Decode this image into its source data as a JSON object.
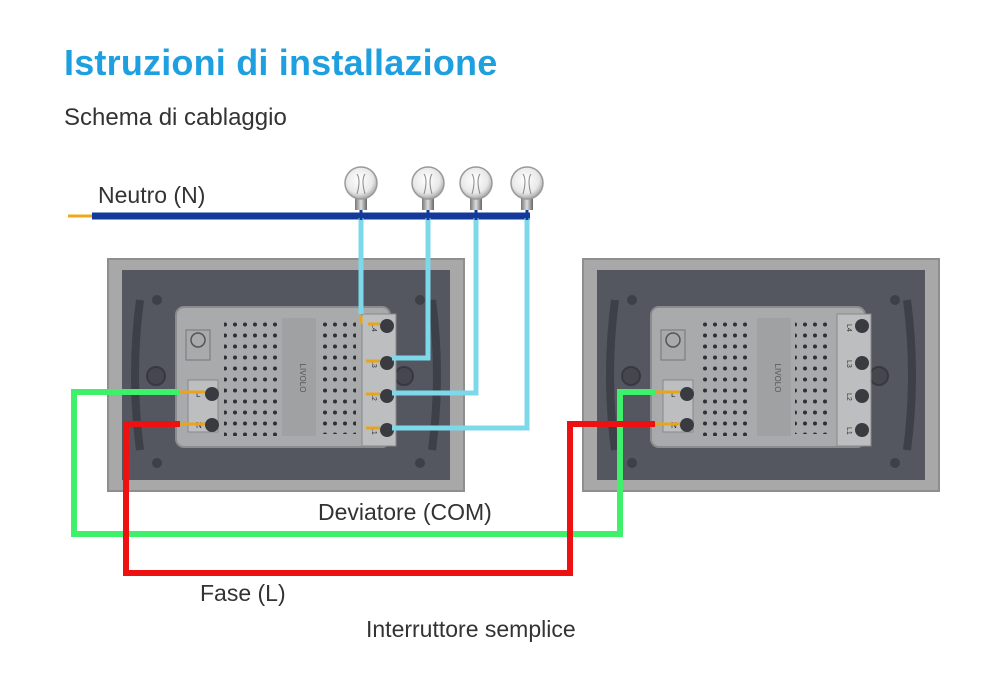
{
  "header": {
    "title": "Istruzioni di installazione",
    "subtitle": "Schema di cablaggio"
  },
  "labels": {
    "neutral": "Neutro (N)",
    "common": "Deviatore (COM)",
    "phase": "Fase (L)",
    "simple_switch": "Interruttore semplice"
  },
  "colors": {
    "title": "#1e9fe0",
    "neutral_wire": "#13399a",
    "load_wire": "#7dd8ea",
    "com_wire": "#3ef06a",
    "phase_wire": "#ee1111",
    "frame": "#a8a8a8",
    "plate": "#545660",
    "module": "#a9aaac",
    "terminal": "#e8a51c"
  },
  "devices": [
    {
      "name": "switch-left",
      "module_text": "LIVOLO",
      "terminal_labels": [
        "L1",
        "L2",
        "L3",
        "L4"
      ],
      "input_labels": [
        "L",
        "N"
      ]
    },
    {
      "name": "switch-right",
      "module_text": "LIVOLO",
      "terminal_labels": [
        "L1",
        "L2",
        "L3",
        "L4"
      ],
      "input_labels": [
        "L",
        "N"
      ]
    }
  ],
  "lamps": [
    {
      "name": "lamp-1"
    },
    {
      "name": "lamp-2"
    },
    {
      "name": "lamp-3"
    },
    {
      "name": "lamp-4"
    }
  ]
}
